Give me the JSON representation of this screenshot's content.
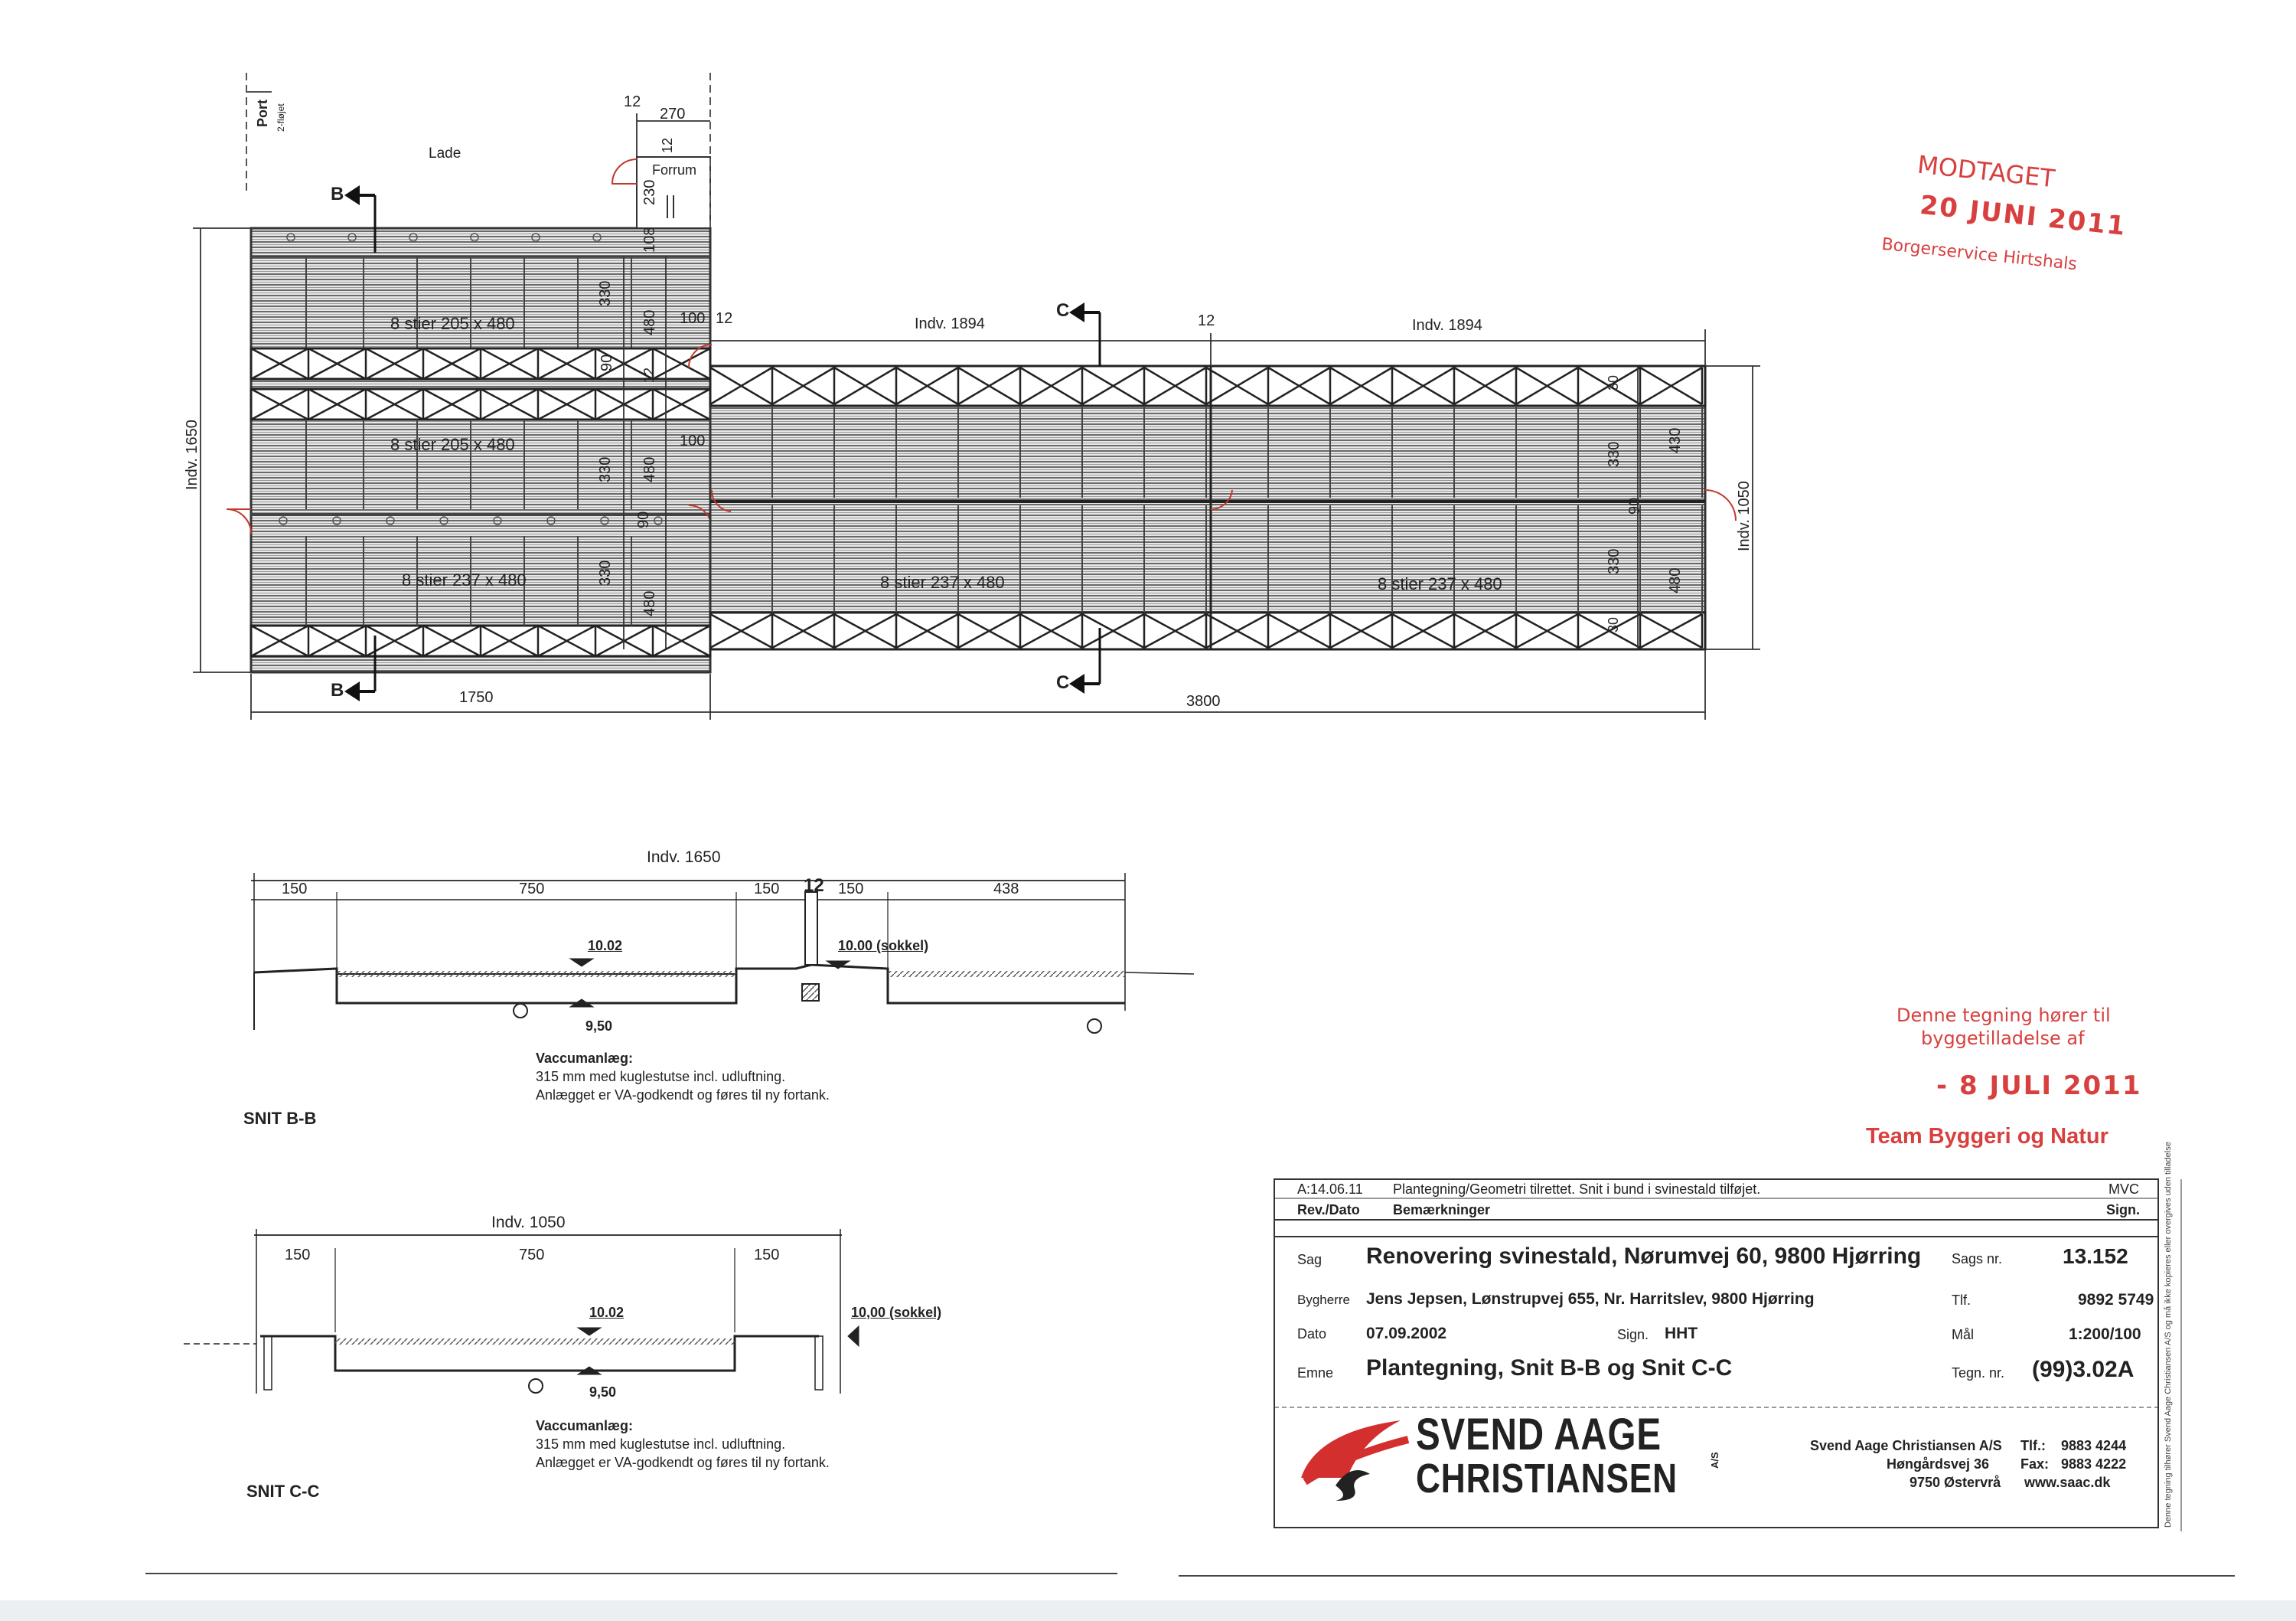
{
  "stamps": {
    "received": {
      "label": "MODTAGET",
      "date": "20 JUNI 2011",
      "office": "Borgerservice Hirtshals"
    },
    "permit": {
      "line1": "Denne tegning hører til",
      "line2": "byggetilladelse af",
      "date": "- 8 JULI 2011",
      "team": "Team Byggeri og Natur"
    }
  },
  "plan": {
    "port_label": "Port",
    "port_sub": "2-fløjet",
    "lade": "Lade",
    "forrum": "Forrum",
    "section_b": "B",
    "section_c": "C",
    "dims": {
      "d12a": "12",
      "d270": "270",
      "d12b": "12",
      "d230": "230",
      "d108": "108",
      "d100a": "100",
      "d12c": "12",
      "d12d": "12",
      "d100b": "100",
      "indv1894a": "Indv. 1894",
      "indv1894b": "Indv. 1894",
      "d12e": "12",
      "indv1650": "Indv. 1650",
      "indv1050": "Indv. 1050",
      "d1750": "1750",
      "d3800": "3800",
      "left330a": "330",
      "left480a": "480",
      "left90a": "90",
      "left330b": "330",
      "left480b": "480",
      "left90b": "90",
      "left330c": "330",
      "left480c": "480",
      "right30a": "30",
      "right330a": "330",
      "right430": "430",
      "right90": "90",
      "right330b": "330",
      "right480": "480",
      "right30b": "30"
    },
    "pens": {
      "p1": "8 stier 205 x 480",
      "p2": "8 stier 205 x 480",
      "p3": "8 stier 237 x 480",
      "p4": "8 stier 237 x 480",
      "p5": "8 stier 237 x 480"
    }
  },
  "section_bb": {
    "indv": "Indv. 1650",
    "dims": [
      "150",
      "750",
      "150",
      "12",
      "150",
      "438"
    ],
    "level_top": "10.02",
    "level_sokkel": "10.00 (sokkel)",
    "level_bottom": "9,50",
    "note_title": "Vaccumanlæg:",
    "note_1": "315 mm med kuglestutse incl. udluftning.",
    "note_2": "Anlægget er VA-godkendt og føres til ny fortank.",
    "title": "SNIT B-B"
  },
  "section_cc": {
    "indv": "Indv. 1050",
    "dims": [
      "150",
      "750",
      "150"
    ],
    "level_top": "10.02",
    "level_sokkel": "10,00 (sokkel)",
    "level_bottom": "9,50",
    "note_title": "Vaccumanlæg:",
    "note_1": "315 mm med kuglestutse incl. udluftning.",
    "note_2": "Anlægget er VA-godkendt og føres til ny fortank.",
    "title": "SNIT C-C"
  },
  "title_block": {
    "rev_date": "A:14.06.11",
    "rev_note": "Plantegning/Geometri tilrettet. Snit i bund i svinestald tilføjet.",
    "rev_sign": "MVC",
    "h_rev": "Rev./Dato",
    "h_bem": "Bemærkninger",
    "h_sign": "Sign.",
    "sag_label": "Sag",
    "sag_value": "Renovering svinestald, Nørumvej 60, 9800 Hjørring",
    "sagsnr_label": "Sags nr.",
    "sagsnr_value": "13.152",
    "bygherre_label": "Bygherre",
    "bygherre_value": "Jens Jepsen, Lønstrupvej 655, Nr. Harritslev, 9800 Hjørring",
    "tlf_label": "Tlf.",
    "tlf_value": "9892 5749",
    "dato_label": "Dato",
    "dato_value": "07.09.2002",
    "sign_label": "Sign.",
    "sign_value": "HHT",
    "maal_label": "Mål",
    "maal_value": "1:200/100",
    "emne_label": "Emne",
    "emne_value": "Plantegning, Snit B-B og Snit C-C",
    "tegnnr_label": "Tegn. nr.",
    "tegnnr_value": "(99)3.02A",
    "company_line1": "SVEND AAGE",
    "company_line2": "CHRISTIANSEN",
    "company_suffix": "A/S",
    "addr_name": "Svend Aage Christiansen A/S",
    "addr_street": "Høngårdsvej 36",
    "addr_city": "9750 Østervrå",
    "tlf2_label": "Tlf.:",
    "tlf2_value": "9883 4244",
    "fax_label": "Fax:",
    "fax_value": "9883 4222",
    "web": "www.saac.dk",
    "copyright": "Denne tegning tilhører Svend Aage Christiansen A/S og må ikke kopieres eller overgives uden tilladelse"
  }
}
